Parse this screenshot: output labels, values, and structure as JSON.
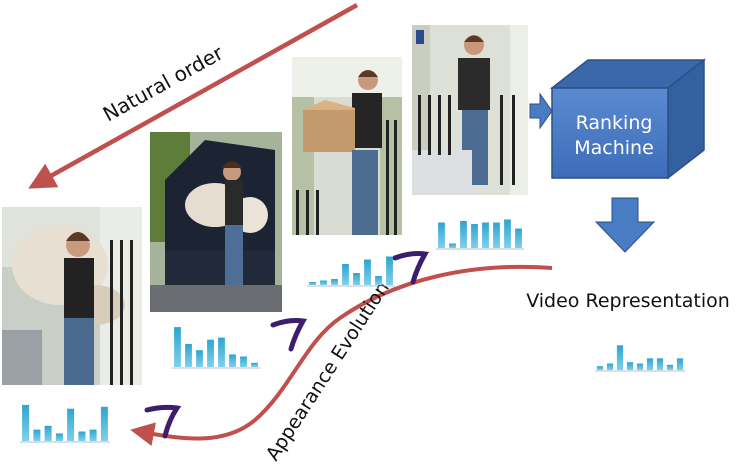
{
  "labels": {
    "natural_order": "Natural order",
    "ranking_machine_line1": "Ranking",
    "ranking_machine_line2": "Machine",
    "video_representation": "Video Representation",
    "appearance_evolution": "Appearance Evolution"
  },
  "colors": {
    "arrow_red": "#c0504d",
    "box_blue": "#4a7cc4",
    "bar_blue": "#2ea5cf",
    "hook_purple": "#3b1f6e"
  },
  "chart_data": [
    {
      "type": "bar",
      "name": "",
      "values": [
        0.95,
        0.3,
        0.4,
        0.2,
        0.85,
        0.25,
        0.3,
        0.9
      ]
    },
    {
      "type": "bar",
      "name": "",
      "values": [
        0.95,
        0.55,
        0.4,
        0.65,
        0.7,
        0.3,
        0.25,
        0.1
      ]
    },
    {
      "type": "bar",
      "name": "",
      "values": [
        0.1,
        0.15,
        0.2,
        0.7,
        0.4,
        0.85,
        0.3,
        0.95
      ]
    },
    {
      "type": "bar",
      "name": "",
      "values": [
        0.85,
        0.15,
        0.9,
        0.8,
        0.85,
        0.85,
        0.95,
        0.65
      ]
    },
    {
      "type": "bar",
      "name": "",
      "values": [
        0.15,
        0.25,
        0.95,
        0.3,
        0.25,
        0.45,
        0.45,
        0.2,
        0.45
      ]
    }
  ]
}
